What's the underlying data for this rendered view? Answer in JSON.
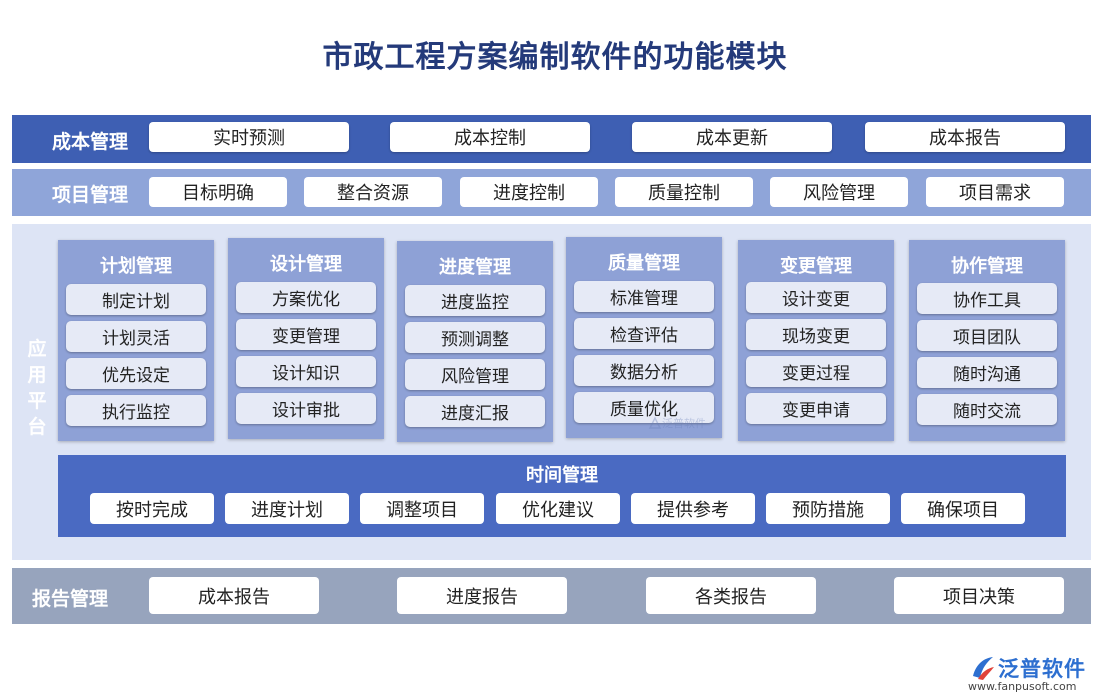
{
  "title": "市政工程方案编制软件的功能模块",
  "cost": {
    "label": "成本管理",
    "items": [
      "实时预测",
      "成本控制",
      "成本更新",
      "成本报告"
    ]
  },
  "project": {
    "label": "项目管理",
    "items": [
      "目标明确",
      "整合资源",
      "进度控制",
      "质量控制",
      "风险管理",
      "项目需求"
    ]
  },
  "app": {
    "label": [
      "应",
      "用",
      "平",
      "台"
    ],
    "columns": [
      {
        "title": "计划管理",
        "items": [
          "制定计划",
          "计划灵活",
          "优先设定",
          "执行监控"
        ]
      },
      {
        "title": "设计管理",
        "items": [
          "方案优化",
          "变更管理",
          "设计知识",
          "设计审批"
        ]
      },
      {
        "title": "进度管理",
        "items": [
          "进度监控",
          "预测调整",
          "风险管理",
          "进度汇报"
        ]
      },
      {
        "title": "质量管理",
        "items": [
          "标准管理",
          "检查评估",
          "数据分析",
          "质量优化"
        ]
      },
      {
        "title": "变更管理",
        "items": [
          "设计变更",
          "现场变更",
          "变更过程",
          "变更申请"
        ]
      },
      {
        "title": "协作管理",
        "items": [
          "协作工具",
          "项目团队",
          "随时沟通",
          "随时交流"
        ]
      }
    ],
    "time": {
      "title": "时间管理",
      "items": [
        "按时完成",
        "进度计划",
        "调整项目",
        "优化建议",
        "提供参考",
        "预防措施",
        "确保项目"
      ]
    }
  },
  "report": {
    "label": "报告管理",
    "items": [
      "成本报告",
      "进度报告",
      "各类报告",
      "项目决策"
    ]
  },
  "logo": {
    "name": "泛普软件",
    "url": "www.fanpusoft.com",
    "icon": "fanpu-logo-icon"
  },
  "watermark": {
    "text": "泛普软件",
    "icon": "fanpu-logo-icon"
  },
  "colors": {
    "title": "#243a7a",
    "cost_band": "#3e5fb3",
    "project_band": "#8fa5d9",
    "platform_bg": "#dde4f5",
    "column_bg": "#8ea1d6",
    "time_band": "#4a6ac2",
    "report_band": "#97a4bd"
  }
}
